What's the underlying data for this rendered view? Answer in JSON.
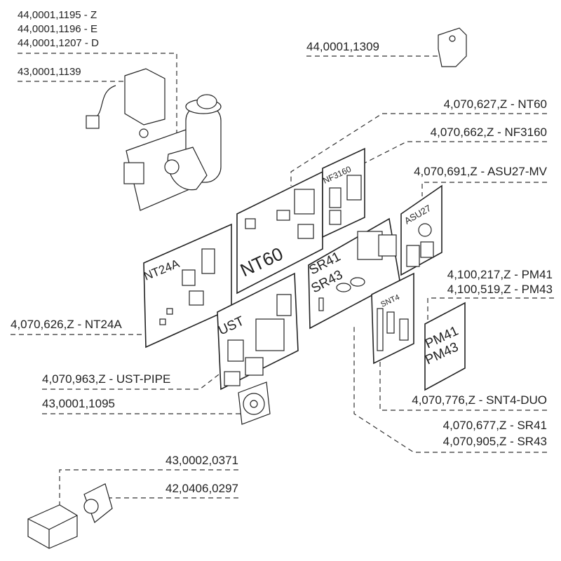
{
  "part_labels": {
    "motor_z": "44,0001,1195 - Z",
    "motor_e": "44,0001,1196 - E",
    "motor_d": "44,0001,1207 - D",
    "motor_bracket": "43,0001,1139",
    "clip": "44,0001,1309",
    "nt60": "4,070,627,Z - NT60",
    "nf3160": "4,070,662,Z - NF3160",
    "asu27": "4,070,691,Z - ASU27-MV",
    "pm41": "4,100,217,Z - PM41",
    "pm43": "4,100,519,Z - PM43",
    "nt24a": "4,070,626,Z - NT24A",
    "ust": "4,070,963,Z - UST-PIPE",
    "fan": "43,0001,1095",
    "snt4": "4,070,776,Z - SNT4-DUO",
    "sr41": "4,070,677,Z - SR41",
    "sr43": "4,070,905,Z - SR43",
    "block": "43,0002,0371",
    "knob": "42,0406,0297"
  },
  "board_names": {
    "nt24a": "NT24A",
    "nt60": "NT60",
    "nf3160": "NF3160",
    "asu27": "ASU27",
    "sr41": "SR41",
    "sr43": "SR43",
    "snt4": "SNT4",
    "ust": "UST",
    "pm41": "PM41",
    "pm43": "PM43"
  }
}
